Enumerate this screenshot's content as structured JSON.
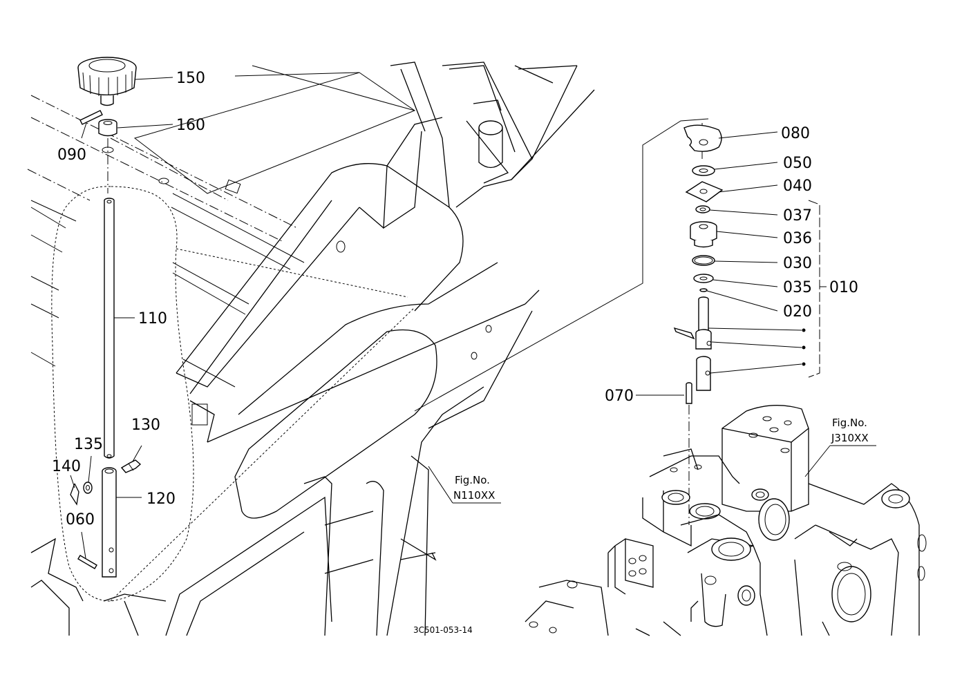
{
  "diagram": {
    "callouts": [
      {
        "id": "150",
        "label": "150"
      },
      {
        "id": "160",
        "label": "160"
      },
      {
        "id": "090",
        "label": "090"
      },
      {
        "id": "110",
        "label": "110"
      },
      {
        "id": "130",
        "label": "130"
      },
      {
        "id": "135",
        "label": "135"
      },
      {
        "id": "140",
        "label": "140"
      },
      {
        "id": "120",
        "label": "120"
      },
      {
        "id": "060",
        "label": "060"
      },
      {
        "id": "080",
        "label": "080"
      },
      {
        "id": "050",
        "label": "050"
      },
      {
        "id": "040",
        "label": "040"
      },
      {
        "id": "037",
        "label": "037"
      },
      {
        "id": "036",
        "label": "036"
      },
      {
        "id": "030",
        "label": "030"
      },
      {
        "id": "035",
        "label": "035"
      },
      {
        "id": "010",
        "label": "010"
      },
      {
        "id": "020",
        "label": "020"
      },
      {
        "id": "070",
        "label": "070"
      }
    ],
    "figure_refs": [
      {
        "id": "n110",
        "title": "Fig.No.",
        "code": "N110XX"
      },
      {
        "id": "j310",
        "title": "Fig.No.",
        "code": "J310XX"
      }
    ],
    "drawing_code": "3C501-053-14"
  }
}
